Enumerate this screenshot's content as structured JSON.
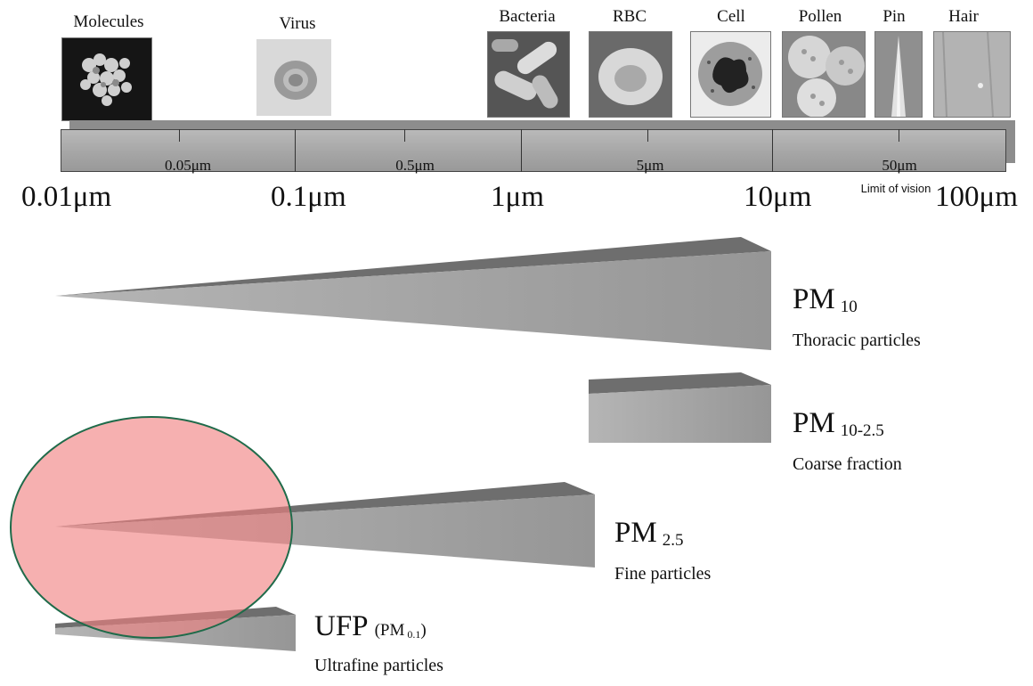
{
  "objects": [
    {
      "label": "Molecules",
      "icon": "molecule-cluster-icon"
    },
    {
      "label": "Virus",
      "icon": "virus-icon"
    },
    {
      "label": "Bacteria",
      "icon": "bacteria-icon"
    },
    {
      "label": "RBC",
      "icon": "red-blood-cell-icon"
    },
    {
      "label": "Cell",
      "icon": "cell-icon"
    },
    {
      "label": "Pollen",
      "icon": "pollen-icon"
    },
    {
      "label": "Pin",
      "icon": "pin-icon"
    },
    {
      "label": "Hair",
      "icon": "hair-icon"
    }
  ],
  "scale": {
    "major_labels": [
      "0.01μm",
      "0.1μm",
      "1μm",
      "10μm",
      "100μm"
    ],
    "minor_labels": [
      "0.05μm",
      "0.5μm",
      "5μm",
      "50μm"
    ],
    "vision_note": "Limit of vision"
  },
  "fractions": [
    {
      "name": "PM",
      "subscript": "10",
      "description": "Thoracic particles"
    },
    {
      "name": "PM",
      "subscript": "10-2.5",
      "description": "Coarse fraction"
    },
    {
      "name": "PM",
      "subscript": "2.5",
      "description": "Fine particles"
    },
    {
      "name": "UFP",
      "paren_name": "(PM",
      "paren_subscript": "0.1",
      "paren_close": ")",
      "description": "Ultrafine particles"
    }
  ],
  "colors": {
    "wedge_front": "#9e9e9e",
    "wedge_top": "#6b6b6b",
    "highlight_fill": "#f08080",
    "highlight_stroke": "#1f6b4a"
  }
}
